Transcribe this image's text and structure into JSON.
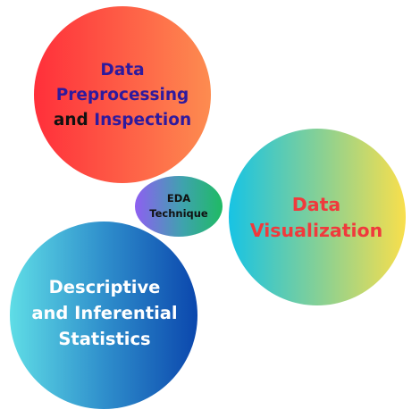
{
  "diagram": {
    "center": {
      "line1": "EDA",
      "line2": "Technique",
      "gradient": [
        "#8e5ff1",
        "#1fba64"
      ]
    },
    "preprocessing": {
      "line1": "Data",
      "line2": "Preprocessing",
      "line3_part1": "and",
      "line3_part2": "Inspection",
      "text_color": "#2e1a9e",
      "gradient": [
        "#ff2f3a",
        "#fd8c50"
      ]
    },
    "visualization": {
      "line1": "Data",
      "line2": "Visualization",
      "text_color": "#f03a3c",
      "gradient": [
        "#17c3e4",
        "#f9df4c"
      ]
    },
    "statistics": {
      "line1": "Descriptive",
      "line2": "and Inferential",
      "line3": "Statistics",
      "text_color": "#ffffff",
      "gradient": [
        "#5fdde6",
        "#0b47ad"
      ]
    }
  }
}
